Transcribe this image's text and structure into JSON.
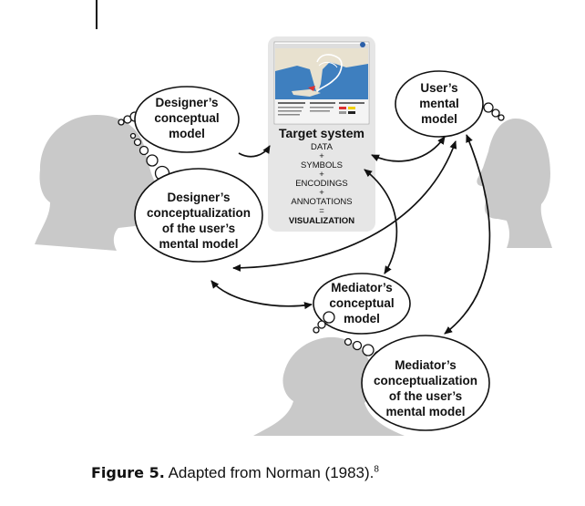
{
  "bubbles": {
    "designer_model": [
      "Designer’s",
      "conceptual",
      "model"
    ],
    "designer_conceptualization": [
      "Designer’s",
      "conceptualization",
      "of the user’s",
      "mental model"
    ],
    "user_model": [
      "User’s",
      "mental",
      "model"
    ],
    "mediator_model": [
      "Mediator’s",
      "conceptual",
      "model"
    ],
    "mediator_conceptualization": [
      "Mediator’s",
      "conceptualization",
      "of the user’s",
      "mental model"
    ]
  },
  "target_system": {
    "title": "Target system",
    "items": [
      "DATA",
      "+",
      "SYMBOLS",
      "+",
      "ENCODINGS",
      "+",
      "ANNOTATIONS",
      "="
    ],
    "result": "VISUALIZATION"
  },
  "caption": {
    "label": "Figure 5.",
    "text": " Adapted from Norman (1983).",
    "ref": "8"
  },
  "colors": {
    "head": "#c9c9c9",
    "panel": "#e6e6e6",
    "map_sea": "#3e7fbf",
    "map_land": "#e8e1cf",
    "stroke": "#111111"
  }
}
